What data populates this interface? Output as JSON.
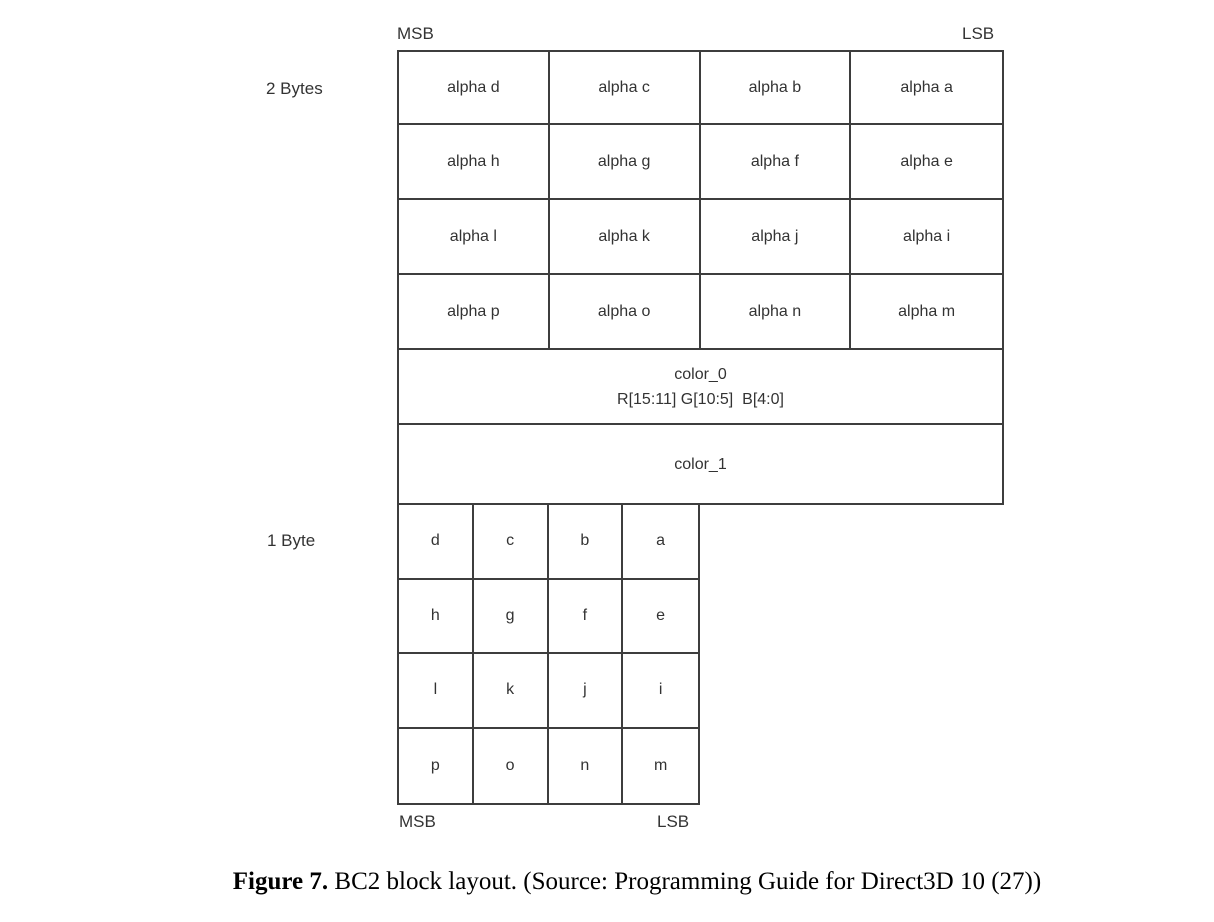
{
  "diagram": {
    "left_labels": {
      "two_bytes": "2 Bytes",
      "one_byte": "1 Byte"
    },
    "bit_labels": {
      "top_msb": "MSB",
      "top_lsb": "LSB",
      "bottom_msb": "MSB",
      "bottom_lsb": "LSB"
    },
    "alpha_grid": {
      "rows": [
        [
          "alpha d",
          "alpha c",
          "alpha b",
          "alpha a"
        ],
        [
          "alpha h",
          "alpha g",
          "alpha f",
          "alpha e"
        ],
        [
          "alpha l",
          "alpha k",
          "alpha j",
          "alpha i"
        ],
        [
          "alpha p",
          "alpha o",
          "alpha n",
          "alpha m"
        ]
      ]
    },
    "color_rows": {
      "color_0": {
        "title": "color_0",
        "bits": "R[15:11] G[10:5]  B[4:0]"
      },
      "color_1": {
        "title": "color_1"
      }
    },
    "index_grid": {
      "rows": [
        [
          "d",
          "c",
          "b",
          "a"
        ],
        [
          "h",
          "g",
          "f",
          "e"
        ],
        [
          "l",
          "k",
          "j",
          "i"
        ],
        [
          "p",
          "o",
          "n",
          "m"
        ]
      ]
    }
  },
  "caption": {
    "label": "Figure 7.",
    "text": " BC2 block layout. (Source: Programming Guide for Direct3D 10 (27))"
  },
  "colors": {
    "line": "#3d3d3d",
    "diagram_text": "#333333",
    "caption_text": "#000000",
    "background": "#ffffff"
  }
}
